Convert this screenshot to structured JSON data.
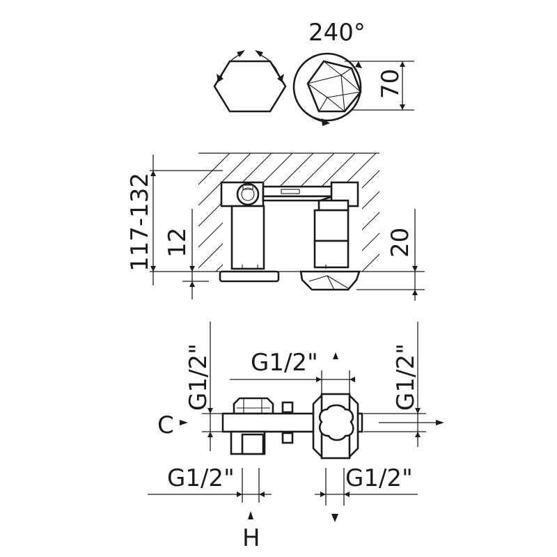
{
  "drawing": {
    "rotation_angle": "240°",
    "handle_height": "70",
    "wall_depth_range": "117-132",
    "left_offset": "12",
    "right_offset": "20",
    "thread_top_center": "G1/2\"",
    "thread_left_vertical": "G1/2\"",
    "thread_right_vertical": "G1/2\"",
    "thread_bottom_left": "G1/2\"",
    "thread_bottom_right": "G1/2\"",
    "label_cold": "C",
    "label_hot": "H"
  }
}
